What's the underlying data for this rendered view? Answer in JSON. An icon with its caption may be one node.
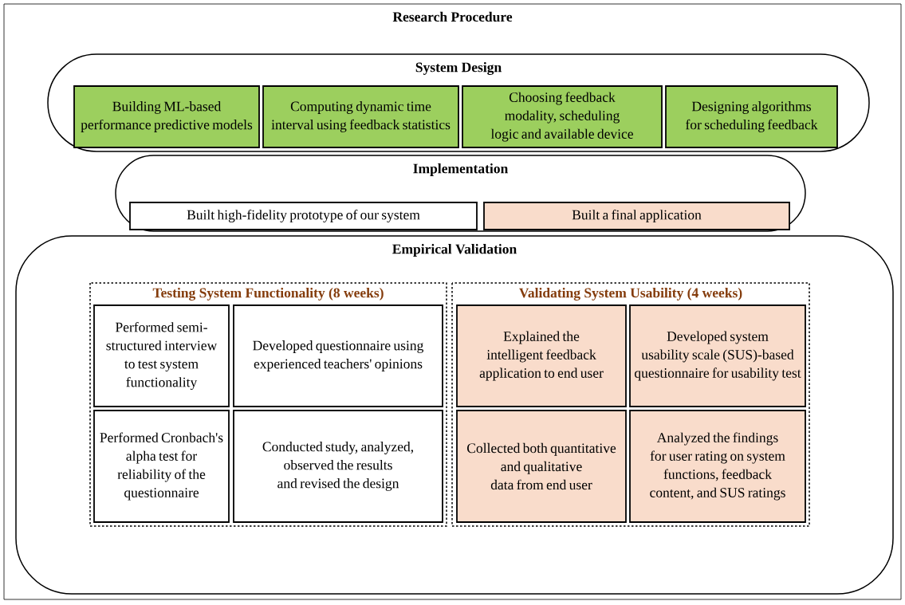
{
  "diagram": {
    "nodes": [
      {
        "text": [
          "Research Procedure"
        ]
      },
      {
        "text": [
          "System Design"
        ],
        "in": 0
      },
      {
        "text": [
          "Building ML-based performance predictive models"
        ],
        "in": 1
      },
      {
        "text": [
          "Computing dynamic time interval using feedback statistics"
        ],
        "in": 1
      },
      {
        "text": [
          "Choosing feedback modality, scheduling logic and available device"
        ],
        "in": 1
      },
      {
        "text": [
          "Designing algorithms for scheduling feedback"
        ],
        "in": 1
      },
      {
        "text": [
          "Implementation"
        ],
        "in": 0
      },
      {
        "text": [
          "Built high-fidelity prototype of our system"
        ],
        "in": 6
      },
      {
        "text": [
          "Built a final application"
        ],
        "in": 6
      },
      {
        "text": [
          "Empirical Validation"
        ],
        "in": 0
      },
      {
        "text": [
          "Testing System Functionality (8 weeks)"
        ],
        "in": 9
      },
      {
        "text": [
          "Performed semi-structured interview to test system functionality"
        ],
        "in": 10
      },
      {
        "text": [
          "Developed questionnaire using experienced teachers' opinions"
        ],
        "in": 10
      },
      {
        "text": [
          "Performed Cronbach's alpha test for reliability of the questionnaire"
        ],
        "in": 10
      },
      {
        "text": [
          "Conducted study, analyzed, observed the results and revised the design"
        ],
        "in": 10
      },
      {
        "text": [
          "Validating System Usability (4 weeks)"
        ],
        "in": 9
      },
      {
        "text": [
          "Explained the intelligent feedback application to end user"
        ],
        "in": 15
      },
      {
        "text": [
          "Developed system usability scale (SUS)-based questionnaire for usability test"
        ],
        "in": 15
      },
      {
        "text": [
          "Collected both quantitative and qualitative data from end user"
        ],
        "in": 15
      },
      {
        "text": [
          "Analyzed the findings for user rating on system functions, feedback content, and SUS ratings"
        ],
        "in": 15
      }
    ]
  }
}
